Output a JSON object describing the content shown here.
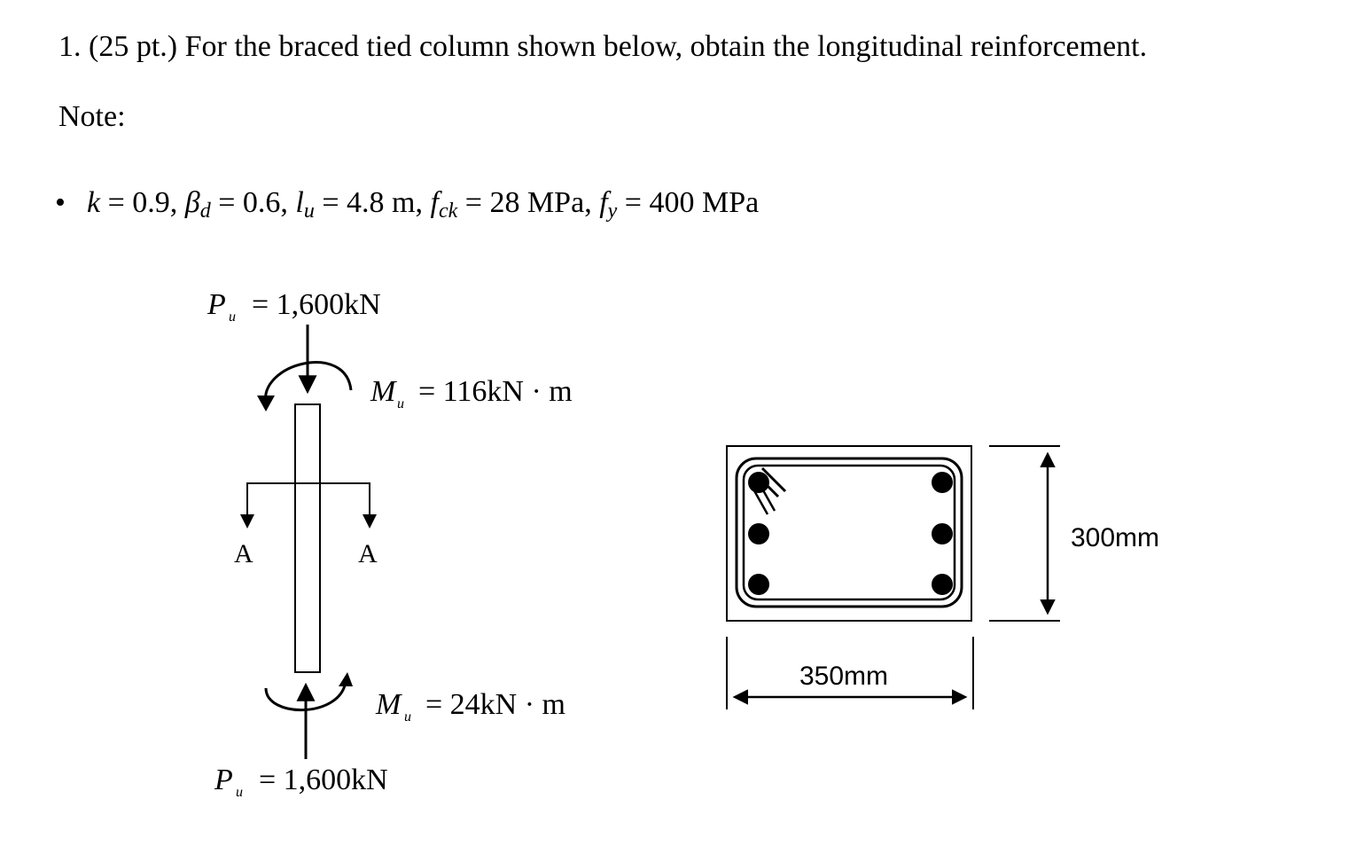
{
  "problem": {
    "number": "1.",
    "points": "(25 pt.)",
    "text": "For the braced tied column shown below, obtain the longitudinal reinforcement."
  },
  "note": {
    "label": "Note:",
    "params": {
      "k": {
        "symbol": "k",
        "value": "0.9"
      },
      "beta_d": {
        "symbol": "β",
        "subscript": "d",
        "value": "0.6"
      },
      "l_u": {
        "symbol": "l",
        "subscript": "u",
        "value": "4.8 m"
      },
      "f_ck": {
        "symbol": "f",
        "subscript": "ck",
        "value": "28 MPa"
      },
      "f_y": {
        "symbol": "f",
        "subscript": "y",
        "value": "400 MPa"
      }
    }
  },
  "column_diagram": {
    "top_axial": {
      "symbol": "P",
      "subscript": "u",
      "value": "= 1,600kN"
    },
    "top_moment": {
      "symbol": "M",
      "subscript": "u",
      "value": "= 116kN · m"
    },
    "bottom_moment": {
      "symbol": "M",
      "subscript": "u",
      "value": "= 24kN · m"
    },
    "bottom_axial": {
      "symbol": "P",
      "subscript": "u",
      "value": "= 1,600kN"
    },
    "section_cut_left": "A",
    "section_cut_right": "A"
  },
  "cross_section": {
    "height_label": "300mm",
    "width_label": "350mm"
  }
}
